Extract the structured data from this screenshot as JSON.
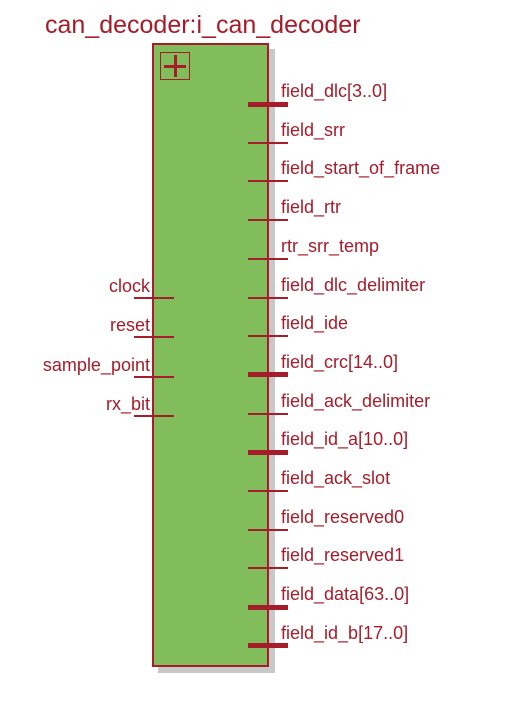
{
  "block": {
    "title": "can_decoder:i_can_decoder",
    "expand_symbol": "+"
  },
  "colors": {
    "stroke": "#a51c2a",
    "fill": "#82bd5c",
    "shadow": "#c8c8c8"
  },
  "inputs": [
    {
      "name": "clock",
      "bus": false
    },
    {
      "name": "reset",
      "bus": false
    },
    {
      "name": "sample_point",
      "bus": false
    },
    {
      "name": "rx_bit",
      "bus": false
    }
  ],
  "outputs": [
    {
      "name": "field_dlc[3..0]",
      "bus": true
    },
    {
      "name": "field_srr",
      "bus": false
    },
    {
      "name": "field_start_of_frame",
      "bus": false
    },
    {
      "name": "field_rtr",
      "bus": false
    },
    {
      "name": "rtr_srr_temp",
      "bus": false
    },
    {
      "name": "field_dlc_delimiter",
      "bus": false
    },
    {
      "name": "field_ide",
      "bus": false
    },
    {
      "name": "field_crc[14..0]",
      "bus": true
    },
    {
      "name": "field_ack_delimiter",
      "bus": false
    },
    {
      "name": "field_id_a[10..0]",
      "bus": true
    },
    {
      "name": "field_ack_slot",
      "bus": false
    },
    {
      "name": "field_reserved0",
      "bus": false
    },
    {
      "name": "field_reserved1",
      "bus": false
    },
    {
      "name": "field_data[63..0]",
      "bus": true
    },
    {
      "name": "field_id_b[17..0]",
      "bus": true
    }
  ]
}
